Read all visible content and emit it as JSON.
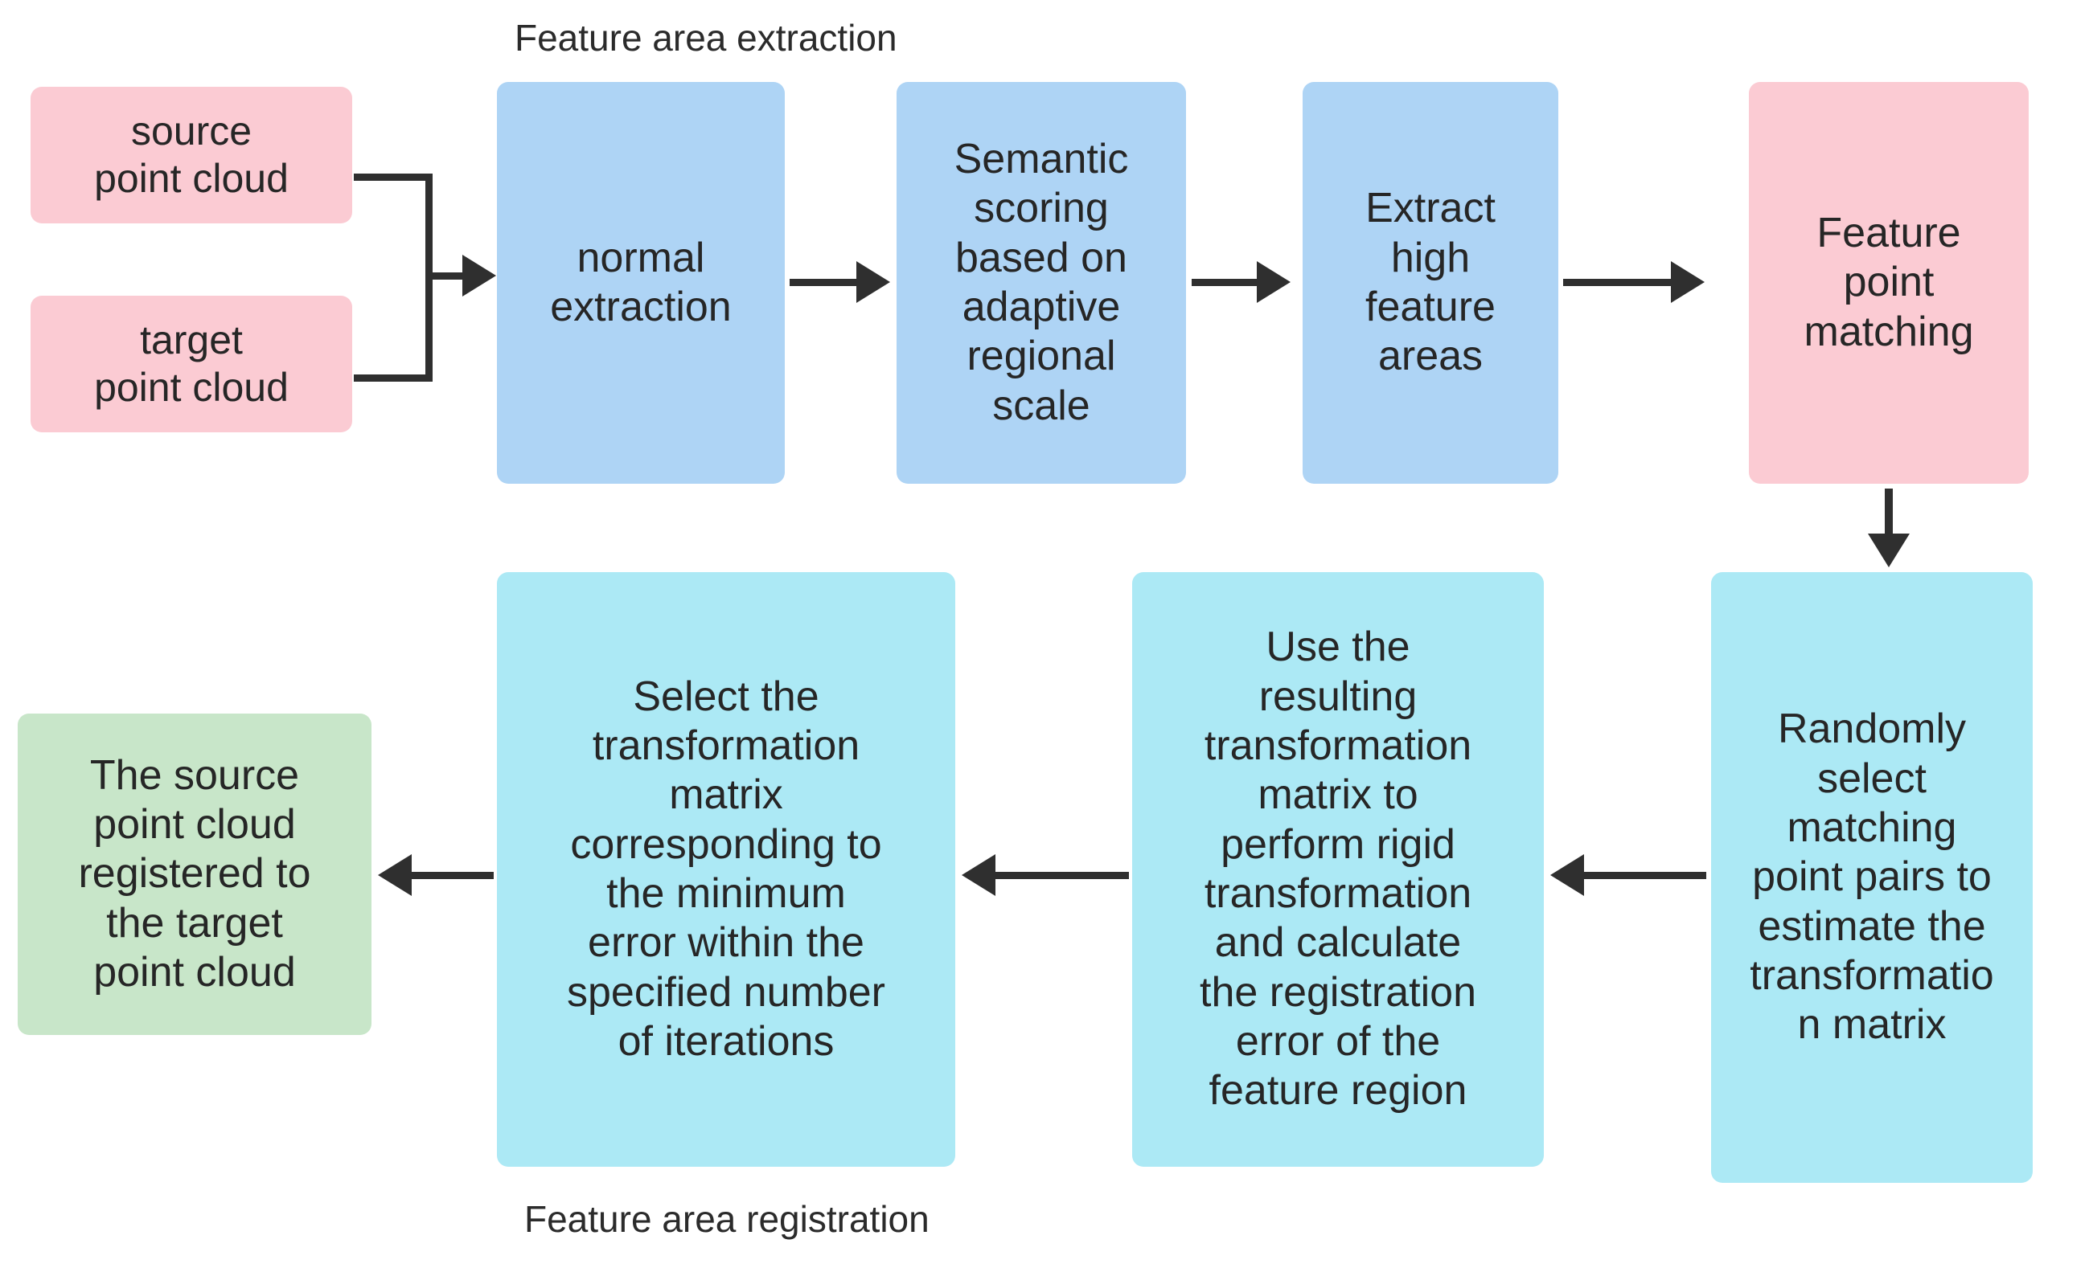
{
  "diagram": {
    "title_top": "Feature area extraction",
    "title_bottom": "Feature area registration",
    "colors": {
      "pink": "#FBCBD3",
      "blue": "#AED4F5",
      "cyan": "#ACE9F5",
      "green": "#C8E6C9",
      "connector": "#2F2F2F",
      "text": "#262626",
      "background": "#FFFFFF"
    },
    "nodes": [
      {
        "id": "source-point-cloud",
        "label": "source\npoint cloud",
        "color": "pink",
        "font_size": 50
      },
      {
        "id": "target-point-cloud",
        "label": "target\npoint cloud",
        "color": "pink",
        "font_size": 50
      },
      {
        "id": "normal-extraction",
        "label": "normal\nextraction",
        "color": "blue",
        "font_size": 52
      },
      {
        "id": "semantic-scoring",
        "label": "Semantic\nscoring\nbased on\nadaptive\nregional\nscale",
        "color": "blue",
        "font_size": 52
      },
      {
        "id": "extract-high-feature",
        "label": "Extract\nhigh\nfeature\nareas",
        "color": "blue",
        "font_size": 52
      },
      {
        "id": "feature-point-matching",
        "label": "Feature\npoint\nmatching",
        "color": "pink",
        "font_size": 52
      },
      {
        "id": "randomly-select",
        "label": "Randomly\nselect\nmatching\npoint pairs to\nestimate the\ntransformatio\nn matrix",
        "color": "cyan",
        "font_size": 52
      },
      {
        "id": "use-resulting-matrix",
        "label": "Use the\nresulting\ntransformation\nmatrix to\nperform rigid\ntransformation\nand calculate\nthe registration\nerror of the\nfeature region",
        "color": "cyan",
        "font_size": 52
      },
      {
        "id": "select-transformation",
        "label": "Select the\ntransformation\nmatrix\ncorresponding to\nthe minimum\nerror within the\nspecified number\nof iterations",
        "color": "cyan",
        "font_size": 52
      },
      {
        "id": "registered-result",
        "label": "The source\npoint cloud\nregistered to\nthe target\npoint cloud",
        "color": "green",
        "font_size": 52
      }
    ],
    "edges": [
      {
        "id": "source-to-normal",
        "from": "source-point-cloud",
        "to": "normal-extraction",
        "direction": "right"
      },
      {
        "id": "target-to-normal",
        "from": "target-point-cloud",
        "to": "normal-extraction",
        "direction": "right"
      },
      {
        "id": "normal-to-semantic",
        "from": "normal-extraction",
        "to": "semantic-scoring",
        "direction": "right"
      },
      {
        "id": "semantic-to-extract",
        "from": "semantic-scoring",
        "to": "extract-high-feature",
        "direction": "right"
      },
      {
        "id": "extract-to-matching",
        "from": "extract-high-feature",
        "to": "feature-point-matching",
        "direction": "right"
      },
      {
        "id": "matching-to-randomly",
        "from": "feature-point-matching",
        "to": "randomly-select",
        "direction": "down"
      },
      {
        "id": "randomly-to-use",
        "from": "randomly-select",
        "to": "use-resulting-matrix",
        "direction": "left"
      },
      {
        "id": "use-to-select",
        "from": "use-resulting-matrix",
        "to": "select-transformation",
        "direction": "left"
      },
      {
        "id": "select-to-result",
        "from": "select-transformation",
        "to": "registered-result",
        "direction": "left"
      }
    ]
  }
}
